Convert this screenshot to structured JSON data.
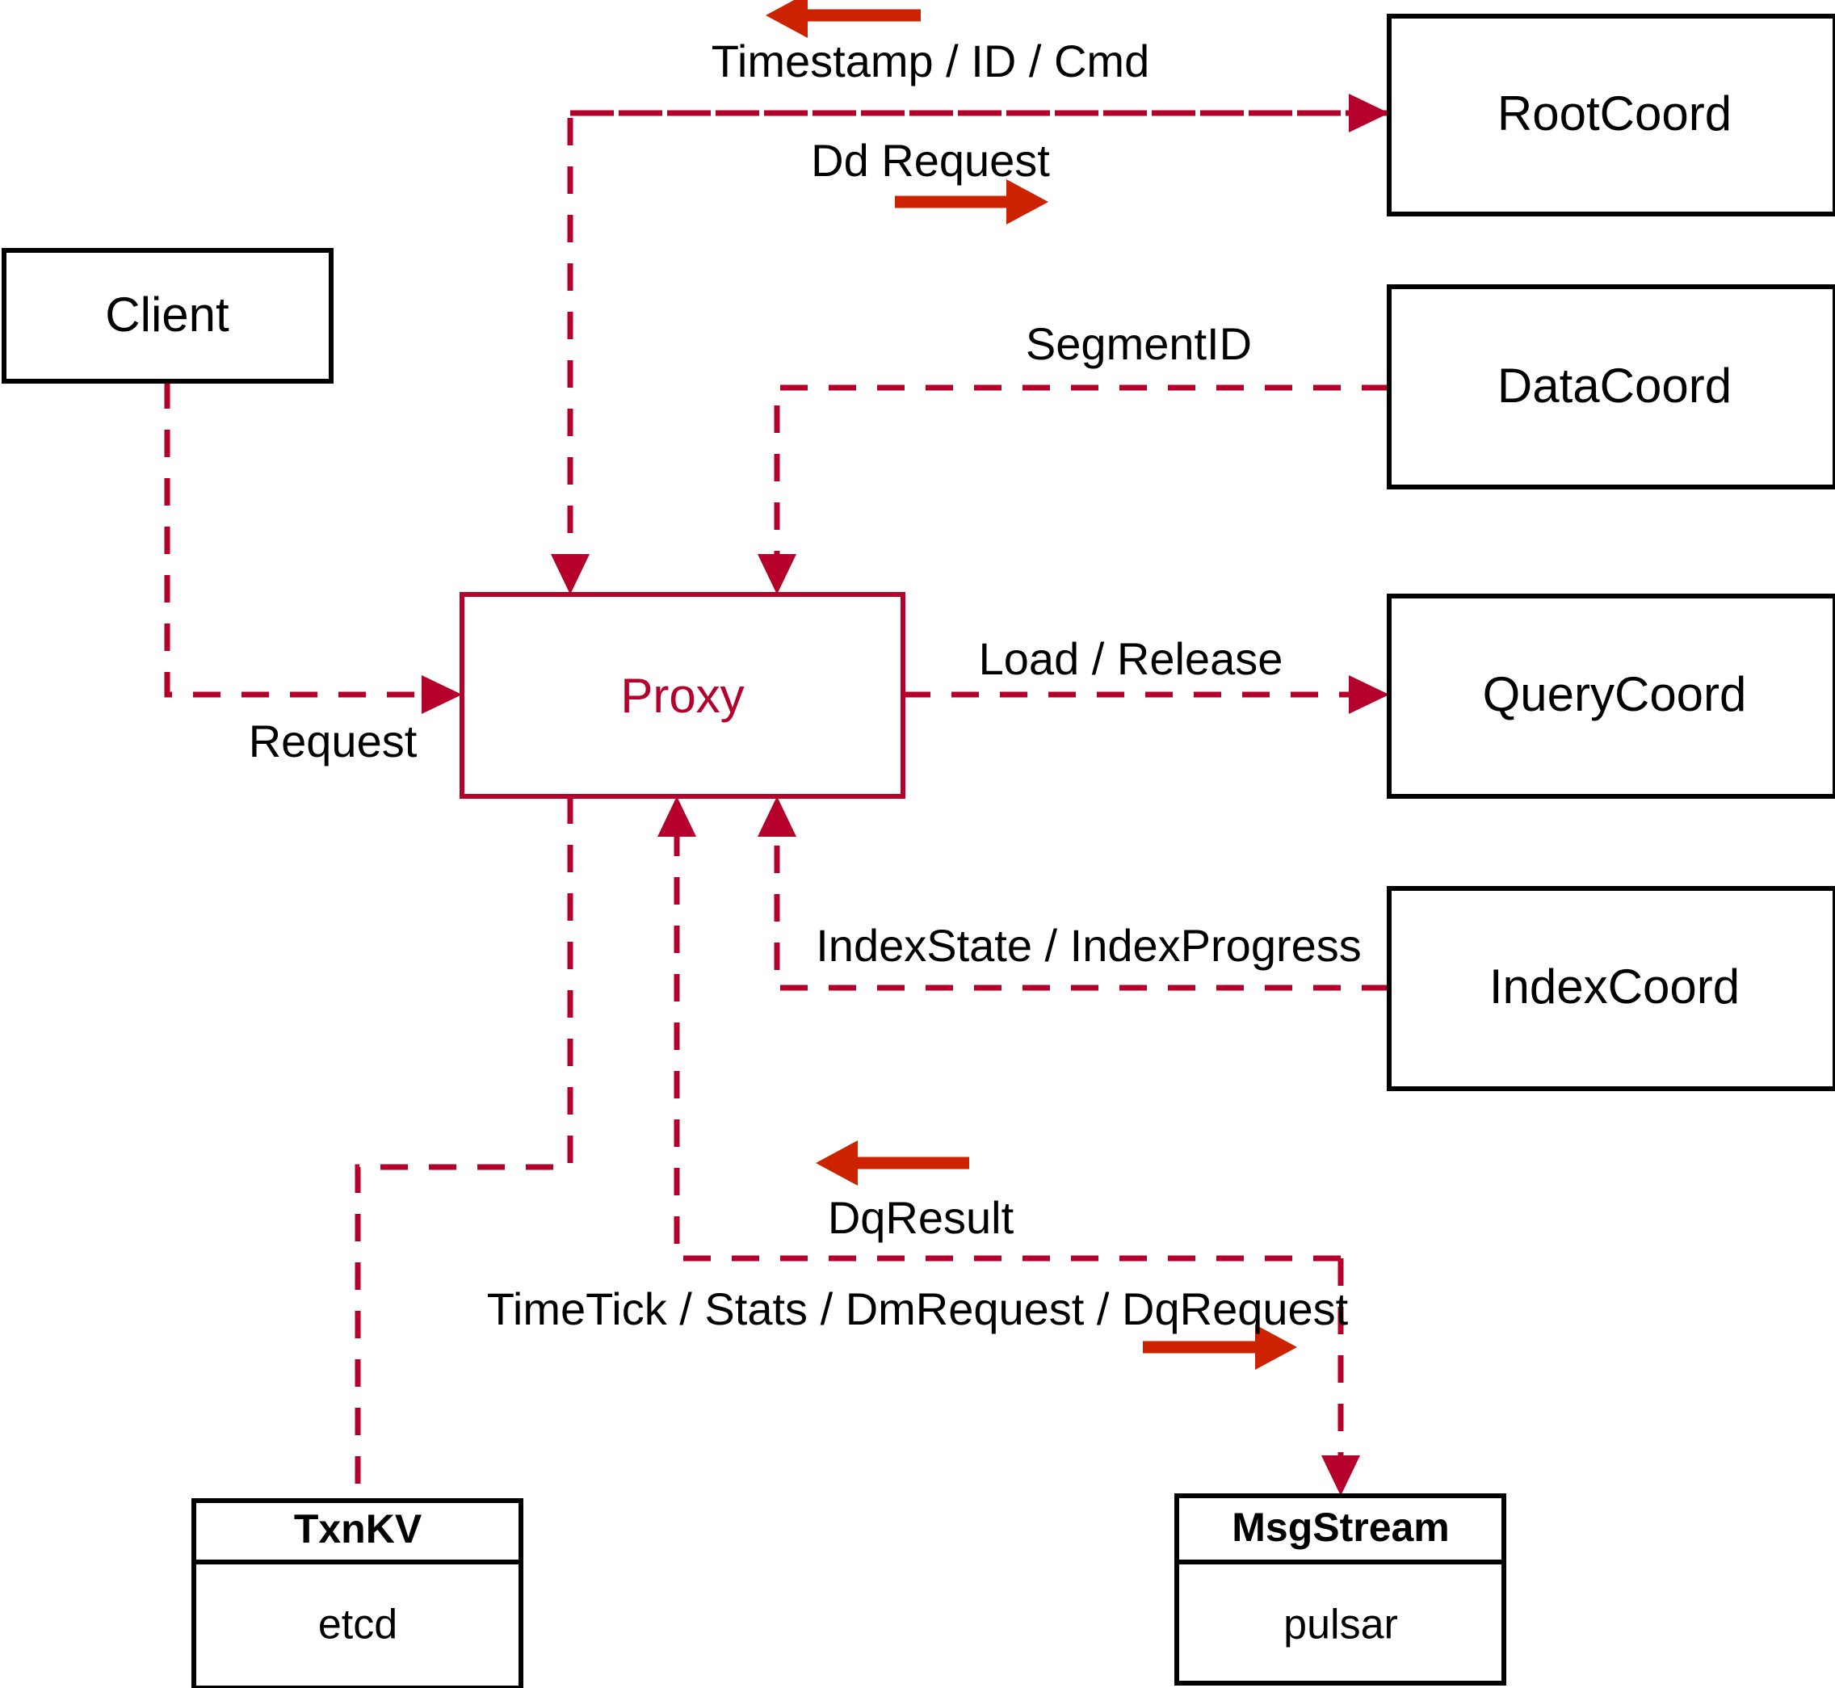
{
  "diagram": {
    "type": "architecture-flow",
    "title": "Milvus Proxy interaction diagram",
    "colors": {
      "accent": "#b5002b",
      "arrow": "#cc2200",
      "node_stroke": "#000000",
      "background": "#ffffff"
    },
    "nodes": [
      {
        "id": "client",
        "label": "Client",
        "style": "plain"
      },
      {
        "id": "proxy",
        "label": "Proxy",
        "style": "accent"
      },
      {
        "id": "rootcoord",
        "label": "RootCoord",
        "style": "plain"
      },
      {
        "id": "datacoord",
        "label": "DataCoord",
        "style": "plain"
      },
      {
        "id": "querycoord",
        "label": "QueryCoord",
        "style": "plain"
      },
      {
        "id": "indexcoord",
        "label": "IndexCoord",
        "style": "plain"
      },
      {
        "id": "txnkv",
        "label": "TxnKV",
        "sublabel": "etcd",
        "style": "two-row"
      },
      {
        "id": "msgstream",
        "label": "MsgStream",
        "sublabel": "pulsar",
        "style": "two-row"
      }
    ],
    "edges": [
      {
        "id": "client-proxy",
        "from": "client",
        "to": "proxy",
        "label": "Request"
      },
      {
        "id": "proxy-rootcoord",
        "from": "proxy",
        "to": "rootcoord",
        "label": "Dd Request"
      },
      {
        "id": "rootcoord-proxy",
        "from": "rootcoord",
        "to": "proxy",
        "label": "Timestamp / ID / Cmd"
      },
      {
        "id": "datacoord-proxy",
        "from": "datacoord",
        "to": "proxy",
        "label": "SegmentID"
      },
      {
        "id": "proxy-querycoord",
        "from": "proxy",
        "to": "querycoord",
        "label": "Load / Release"
      },
      {
        "id": "indexcoord-proxy",
        "from": "indexcoord",
        "to": "proxy",
        "label": "IndexState / IndexProgress"
      },
      {
        "id": "proxy-txnkv",
        "from": "proxy",
        "to": "txnkv",
        "label": ""
      },
      {
        "id": "msgstream-proxy",
        "from": "msgstream",
        "to": "proxy",
        "label": "DqResult"
      },
      {
        "id": "proxy-msgstream",
        "from": "proxy",
        "to": "msgstream",
        "label": "TimeTick / Stats / DmRequest / DqRequest"
      }
    ],
    "labels": {
      "timestamp_id_cmd": "Timestamp / ID / Cmd",
      "dd_request": "Dd Request",
      "segment_id": "SegmentID",
      "request": "Request",
      "load_release": "Load / Release",
      "index_state_progress": "IndexState / IndexProgress",
      "dq_result": "DqResult",
      "timetick_stats": "TimeTick / Stats / DmRequest / DqRequest"
    },
    "node_text": {
      "client": "Client",
      "proxy": "Proxy",
      "rootcoord": "RootCoord",
      "datacoord": "DataCoord",
      "querycoord": "QueryCoord",
      "indexcoord": "IndexCoord",
      "txnkv_title": "TxnKV",
      "txnkv_impl": "etcd",
      "msgstream_title": "MsgStream",
      "msgstream_impl": "pulsar"
    }
  }
}
